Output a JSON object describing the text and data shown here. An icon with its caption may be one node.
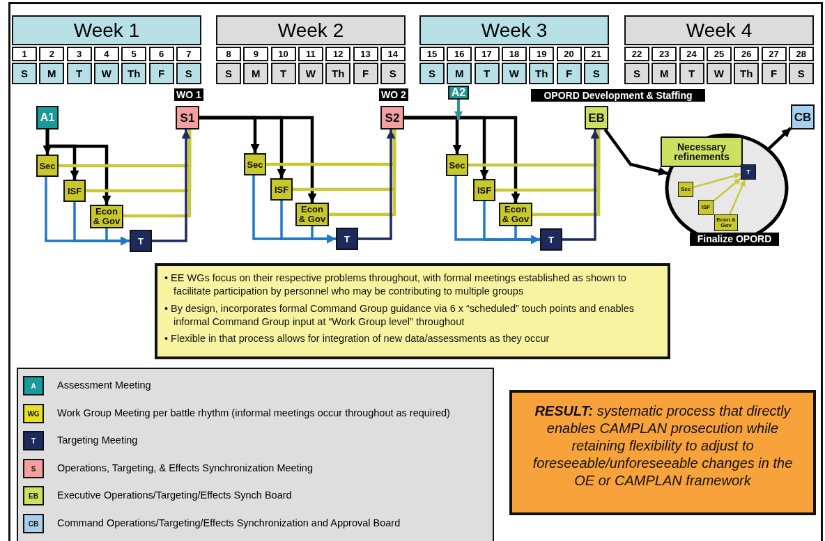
{
  "diagram": {
    "nodes": [
      {
        "text": [
          "A1"
        ]
      },
      {
        "text": [
          "S1"
        ],
        "beside": [
          "WO 1"
        ]
      },
      {
        "text": [
          "Sec"
        ]
      },
      {
        "text": [
          "ISF"
        ]
      },
      {
        "text": [
          "Econ & Gov"
        ]
      },
      {
        "text": [
          "T"
        ]
      },
      {
        "text": [
          "Sec"
        ]
      },
      {
        "text": [
          "ISF"
        ]
      },
      {
        "text": [
          "Econ & Gov"
        ]
      },
      {
        "text": [
          "T"
        ]
      },
      {
        "text": [
          "S2"
        ],
        "beside": [
          "WO 2"
        ]
      },
      {
        "text": [
          "A2"
        ]
      },
      {
        "text": [
          "Sec"
        ]
      },
      {
        "text": [
          "ISF"
        ]
      },
      {
        "text": [
          "Econ & Gov"
        ]
      },
      {
        "text": [
          "T"
        ]
      },
      {
        "text": [
          "EB"
        ],
        "beside": [
          "OPORD Development & Staffing"
        ]
      },
      {
        "text": [
          "Finalize OPORD"
        ]
      },
      {
        "text": [
          "Necessary refinements"
        ],
        "in": 17
      },
      {
        "text": [
          "T"
        ],
        "in": 17
      },
      {
        "text": [
          "Sec"
        ],
        "in": 17
      },
      {
        "text": [
          "ISF"
        ],
        "in": 17
      },
      {
        "text": [
          "Econ & Gov"
        ],
        "in": 17
      },
      {
        "text": [
          "CB"
        ]
      },
      {
        "text": [
          "• EE WGs focus on their respective problems throughout, with formal meetings established as shown to facilitate participation by personnel who may be contributing to multiple groups",
          "• By design, incorporates formal Command Group guidance via 6 x “scheduled” touch points and enables informal Command Group input at “Work Group level” throughout",
          "• Flexible in that process allows for integration of new data/assessments as they occur"
        ]
      },
      {
        "text": [
          "**RESULT:** systematic process that directly enables CAMPLAN prosecution while retaining flexibility to adjust to foreseeable/unforeseeable changes in the OE or CAMPLAN framework"
        ]
      }
    ],
    "edges": [
      {
        "from": 0,
        "to": 2,
        "arrow": "to",
        "color": "#000000"
      },
      {
        "from": 0,
        "to": 3,
        "arrow": "to",
        "color": "#000000"
      },
      {
        "from": 0,
        "to": 4,
        "arrow": "to",
        "color": "#000000"
      },
      {
        "from": 2,
        "to": 5,
        "arrow": "to",
        "color": "#1f78c8"
      },
      {
        "from": 3,
        "to": 5,
        "arrow": "to",
        "color": "#1f78c8"
      },
      {
        "from": 4,
        "to": 5,
        "arrow": "to",
        "color": "#1f78c8"
      },
      {
        "from": 2,
        "to": 1,
        "arrow": "none"
      },
      {
        "from": 3,
        "to": 1,
        "arrow": "none"
      },
      {
        "from": 4,
        "to": 1,
        "arrow": "none"
      },
      {
        "from": 5,
        "to": 1,
        "arrow": "to",
        "color": "#1c2a5e"
      },
      {
        "from": 1,
        "to": 6,
        "arrow": "to",
        "color": "#000000"
      },
      {
        "from": 1,
        "to": 7,
        "arrow": "to",
        "color": "#000000"
      },
      {
        "from": 1,
        "to": 8,
        "arrow": "to",
        "color": "#000000"
      },
      {
        "from": 6,
        "to": 9,
        "arrow": "to",
        "color": "#1f78c8"
      },
      {
        "from": 7,
        "to": 9,
        "arrow": "to",
        "color": "#1f78c8"
      },
      {
        "from": 8,
        "to": 9,
        "arrow": "to",
        "color": "#1f78c8"
      },
      {
        "from": 6,
        "to": 10,
        "arrow": "none"
      },
      {
        "from": 7,
        "to": 10,
        "arrow": "none"
      },
      {
        "from": 8,
        "to": 10,
        "arrow": "none"
      },
      {
        "from": 9,
        "to": 10,
        "arrow": "to",
        "color": "#1c2a5e"
      },
      {
        "from": 10,
        "to": 12,
        "arrow": "to",
        "color": "#000000"
      },
      {
        "from": 10,
        "to": 13,
        "arrow": "to",
        "color": "#000000"
      },
      {
        "from": 10,
        "to": 14,
        "arrow": "to",
        "color": "#000000"
      },
      {
        "from": 11,
        "to": null,
        "arrow": "to",
        "color": "#3a9096"
      },
      {
        "from": 12,
        "to": 15,
        "arrow": "to",
        "color": "#1f78c8"
      },
      {
        "from": 13,
        "to": 15,
        "arrow": "to",
        "color": "#1f78c8"
      },
      {
        "from": 14,
        "to": 15,
        "arrow": "to",
        "color": "#1f78c8"
      },
      {
        "from": 12,
        "to": 16,
        "arrow": "none"
      },
      {
        "from": 13,
        "to": 16,
        "arrow": "none"
      },
      {
        "from": 14,
        "to": 16,
        "arrow": "none"
      },
      {
        "from": 15,
        "to": 16,
        "arrow": "to",
        "color": "#1c2a5e"
      },
      {
        "from": 16,
        "to": 17,
        "arrow": "to",
        "color": "#000000"
      },
      {
        "from": 20,
        "to": 19,
        "arrow": "to"
      },
      {
        "from": 21,
        "to": 19,
        "arrow": "to"
      },
      {
        "from": 22,
        "to": 19,
        "arrow": "to"
      },
      {
        "from": 17,
        "to": 23,
        "arrow": "to",
        "color": "#000000"
      }
    ],
    "labels": [
      "Week 1",
      "Week 2",
      "Week 3",
      "Week 4",
      "1",
      "2",
      "3",
      "4",
      "5",
      "6",
      "7",
      "8",
      "9",
      "10",
      "11",
      "12",
      "13",
      "14",
      "15",
      "16",
      "17",
      "18",
      "19",
      "20",
      "21",
      "22",
      "23",
      "24",
      "25",
      "26",
      "27",
      "28",
      "S",
      "M",
      "T",
      "W",
      "Th",
      "F",
      "S",
      "S",
      "M",
      "T",
      "W",
      "Th",
      "F",
      "S",
      "S",
      "M",
      "T",
      "W",
      "Th",
      "F",
      "S",
      "S",
      "M",
      "T",
      "W",
      "Th",
      "F",
      "S",
      "A",
      "WG",
      "T",
      "S",
      "EB",
      "CB"
    ],
    "legend": [
      {
        "text": "Assessment Meeting",
        "color": "#1a9a9a"
      },
      {
        "text": "Work Group Meeting per battle rhythm (informal meetings occur throughout as required)",
        "color": "#e6e020"
      },
      {
        "text": "Targeting Meeting",
        "color": "#1c2a5e"
      },
      {
        "text": "Operations, Targeting, & Effects Synchronization Meeting",
        "color": "#f4a0a0"
      },
      {
        "text": "Executive Operations/Targeting/Effects Synch  Board",
        "color": "#cde060"
      },
      {
        "text": "Command Operations/Targeting/Effects Synchronization and Approval Board",
        "color": "#a8d0ee"
      }
    ]
  }
}
